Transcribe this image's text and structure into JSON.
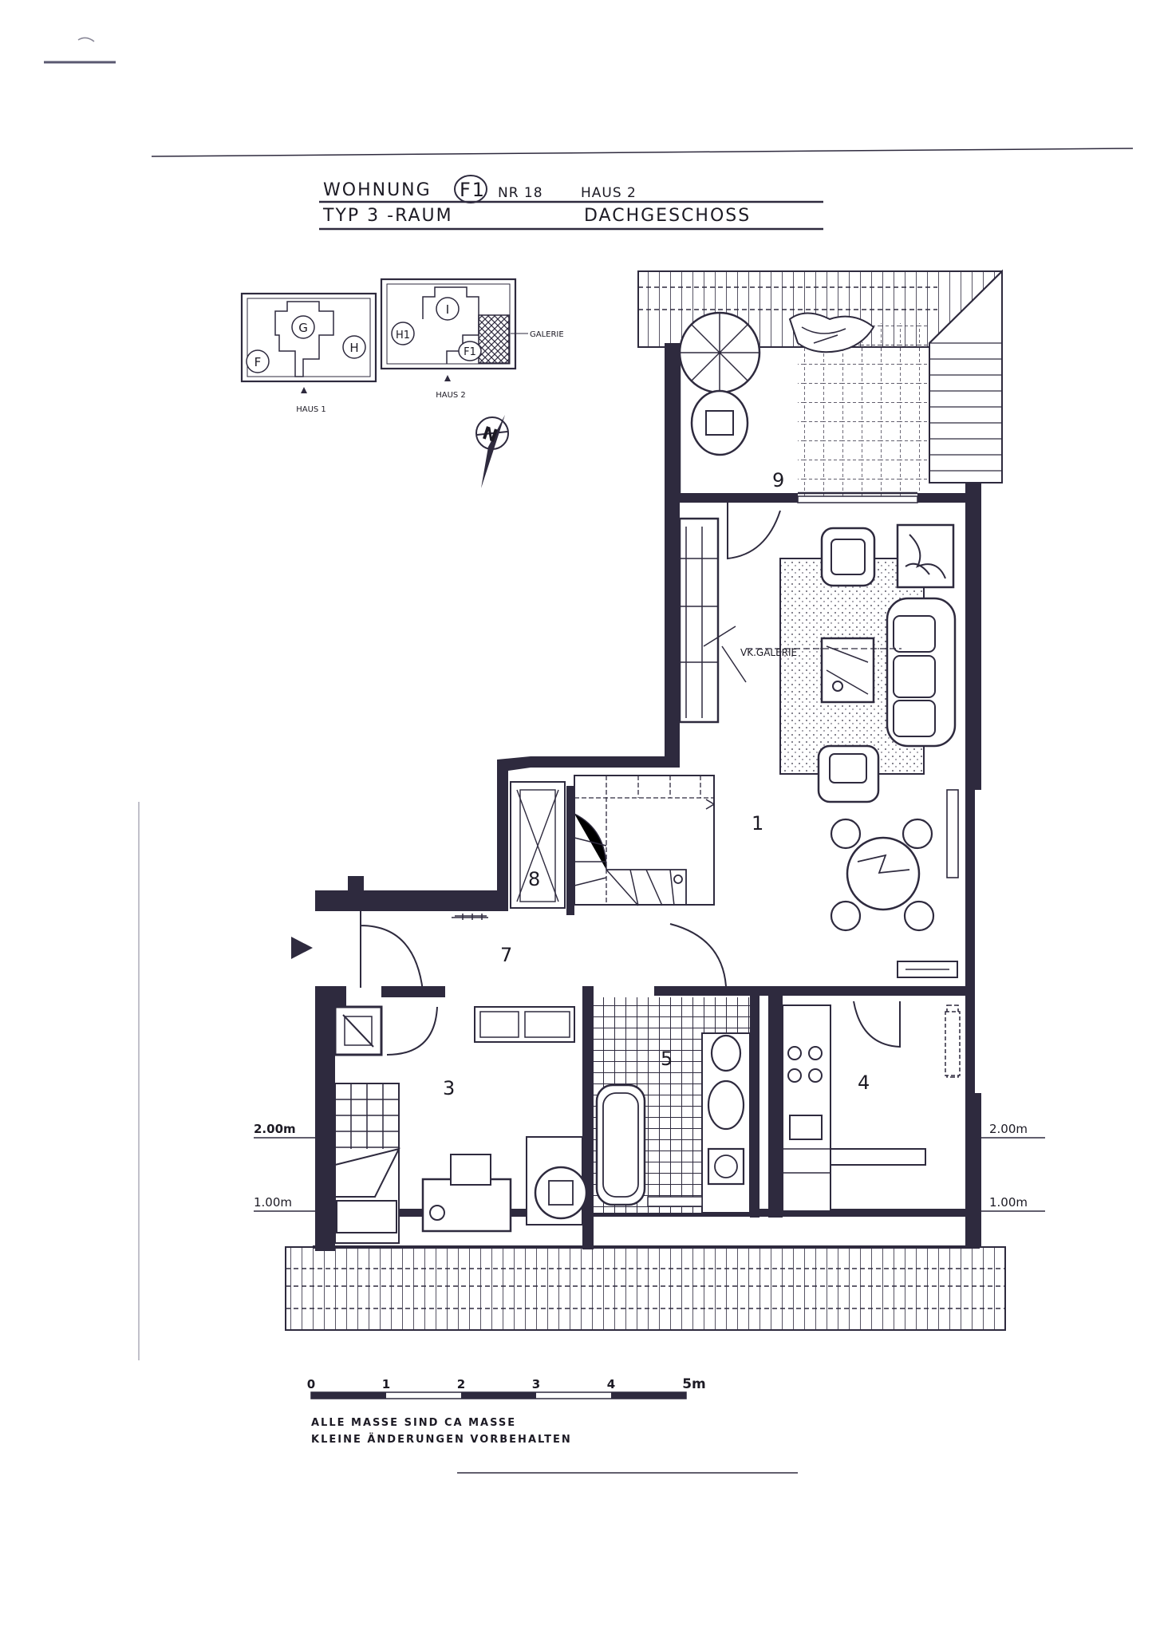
{
  "header": {
    "wohnung_label": "WOHNUNG",
    "unit_code": "F1",
    "nr": "NR 18",
    "haus": "HAUS 2",
    "typ": "TYP 3 -RAUM",
    "geschoss": "DACHGESCHOSS"
  },
  "key_plan": {
    "haus1_units": [
      "F",
      "G",
      "H"
    ],
    "haus2_units": [
      "H1",
      "I",
      "F1"
    ],
    "galerie_label": "GALERIE",
    "haus1_label": "HAUS 1",
    "haus2_label": "HAUS 2",
    "north_label": "N"
  },
  "rooms": {
    "r1": "1",
    "r3": "3",
    "r4": "4",
    "r5": "5",
    "r7": "7",
    "r8": "8",
    "r9": "9",
    "vk_galerie": "VK.GALERIE"
  },
  "levels": {
    "left_200": "2.00m",
    "left_100": "1.00m",
    "right_200": "2.00m",
    "right_100": "1.00m"
  },
  "scale": {
    "ticks": [
      "0",
      "1",
      "2",
      "3",
      "4",
      "5m"
    ]
  },
  "notes": {
    "line1": "ALLE MASSE SIND CA MASSE",
    "line2": "KLEINE ÄNDERUNGEN VORBEHALTEN"
  },
  "colors": {
    "wall": "#2e2a3e",
    "ink": "#1c1a24"
  }
}
